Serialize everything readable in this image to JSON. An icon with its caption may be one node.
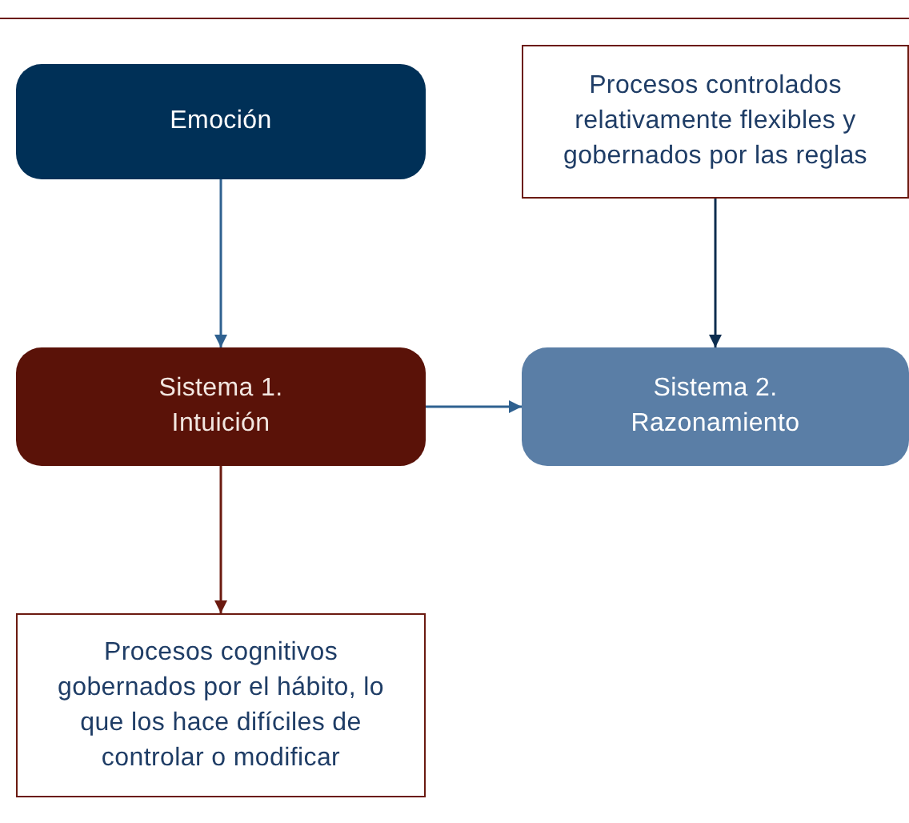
{
  "diagram": {
    "nodes": [
      {
        "text": [
          "Emoción"
        ]
      },
      {
        "text": [
          "Procesos controlados relativamente flexibles y gobernados por las reglas"
        ]
      },
      {
        "text": [
          "Sistema 1. Intuición"
        ]
      },
      {
        "text": [
          "Sistema 2. Razonamiento"
        ]
      },
      {
        "text": [
          "Procesos cognitivos gobernados por el hábito, lo que los hace difíciles de controlar o modificar"
        ]
      }
    ],
    "edges": [
      {
        "from": 0,
        "to": 2,
        "arrow": "to"
      },
      {
        "from": 1,
        "to": 3,
        "arrow": "to",
        "color": "#0d2d4f"
      },
      {
        "from": 2,
        "to": 3,
        "arrow": "to"
      },
      {
        "from": 2,
        "to": 4,
        "arrow": "to",
        "color": "#6b1a10"
      }
    ]
  }
}
